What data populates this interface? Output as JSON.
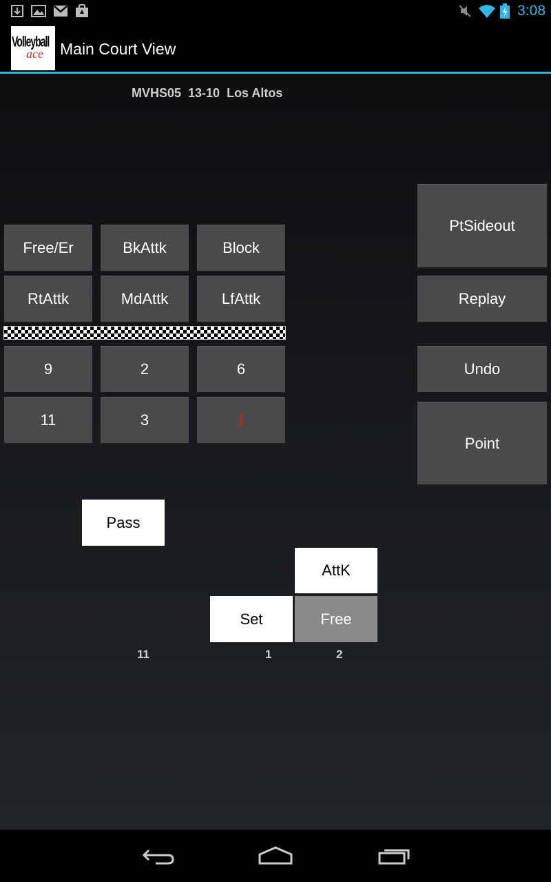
{
  "status_bar": {
    "time": "3:08",
    "left_icons": [
      "download-icon",
      "image-icon",
      "gmail-icon",
      "store-bag-icon"
    ],
    "right_icons": [
      "muted-icon",
      "wifi-icon",
      "battery-charging-icon"
    ],
    "accent_color": "#33b5e5"
  },
  "action_bar": {
    "logo_text": "Volleyball",
    "logo_script": "ace",
    "title": "Main Court View"
  },
  "score": {
    "text": "MVHS05  13-10  Los Altos"
  },
  "action_buttons": {
    "free_er": "Free/Er",
    "bk_attk": "BkAttk",
    "block": "Block",
    "rt_attk": "RtAttk",
    "md_attk": "MdAttk",
    "lf_attk": "LfAttk"
  },
  "players": {
    "front": [
      "9",
      "2",
      "6"
    ],
    "back": [
      "11",
      "3",
      "1"
    ],
    "highlighted_player": "1",
    "highlight_color": "#cc2222"
  },
  "side_buttons": {
    "pt_sideout": "PtSideout",
    "replay": "Replay",
    "undo": "Undo",
    "point": "Point"
  },
  "rally": {
    "pass": "Pass",
    "attk": "AttK",
    "set": "Set",
    "free": "Free",
    "labels": [
      "11",
      "1",
      "2"
    ]
  },
  "nav_bar": {
    "icons": [
      "back-icon",
      "home-icon",
      "recent-apps-icon"
    ]
  }
}
